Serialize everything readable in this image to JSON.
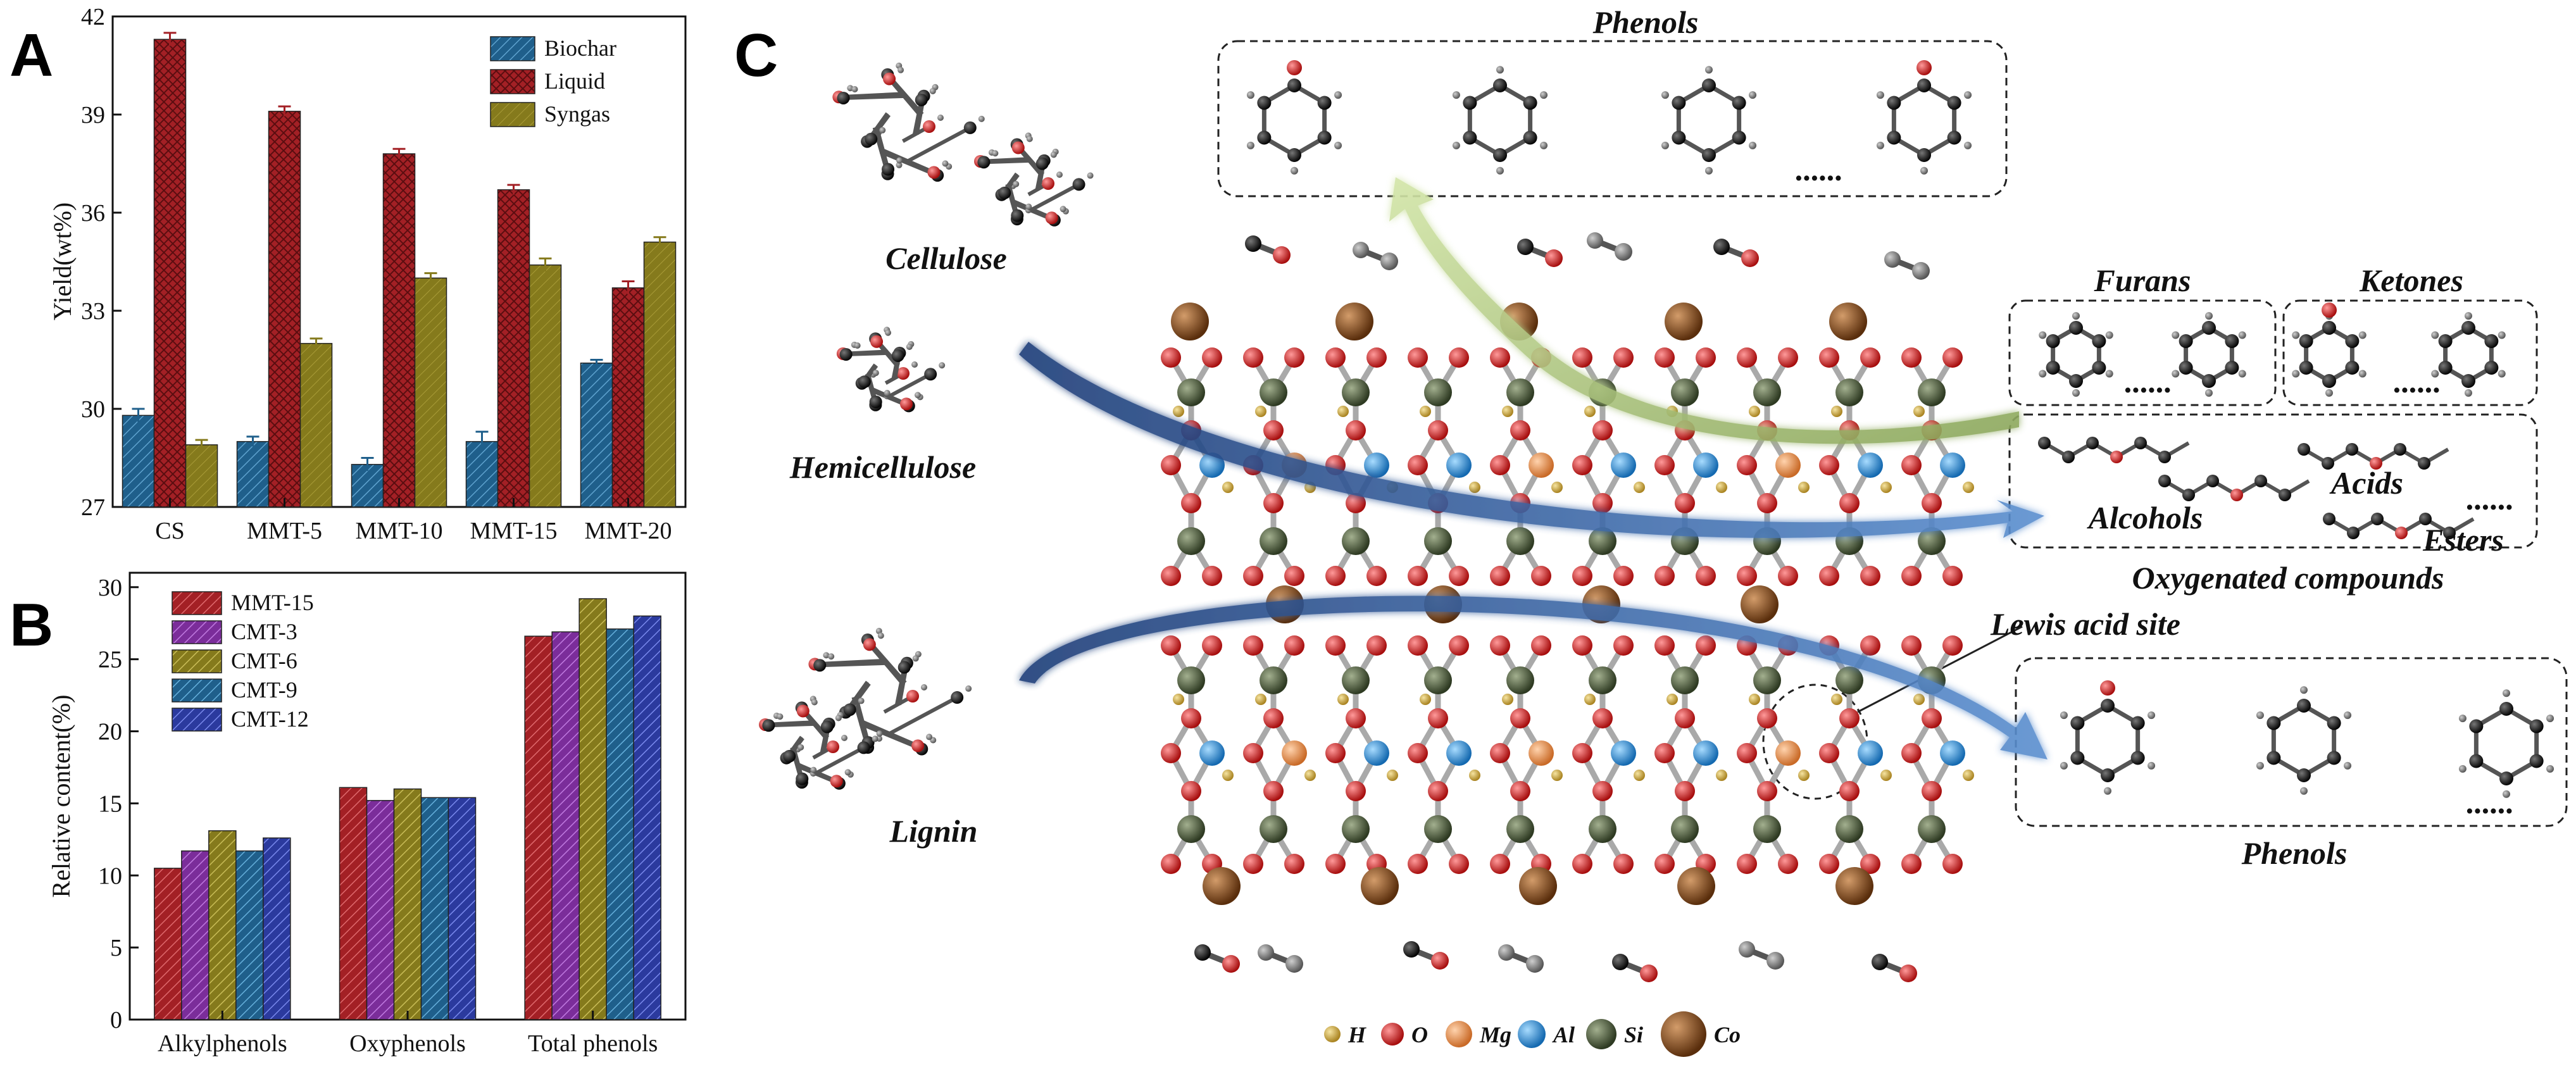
{
  "panels": {
    "a": "A",
    "b": "B",
    "c": "C"
  },
  "chart_data": [
    {
      "type": "bar",
      "categories": [
        "CS",
        "MMT-5",
        "MMT-10",
        "MMT-15",
        "MMT-20"
      ],
      "series": [
        {
          "name": "Biochar",
          "values": [
            29.8,
            29.0,
            28.3,
            29.0,
            31.4
          ],
          "errors": [
            0.2,
            0.15,
            0.2,
            0.3,
            0.1
          ],
          "color": "#1f5f8b"
        },
        {
          "name": "Liquid",
          "values": [
            41.3,
            39.1,
            37.8,
            36.7,
            33.7
          ],
          "errors": [
            0.2,
            0.15,
            0.15,
            0.15,
            0.2
          ],
          "color": "#a32025"
        },
        {
          "name": "Syngas",
          "values": [
            28.9,
            32.0,
            34.0,
            34.4,
            35.1
          ],
          "errors": [
            0.15,
            0.15,
            0.15,
            0.2,
            0.15
          ],
          "color": "#857a1c"
        }
      ],
      "ylabel": "Yield(wt%)",
      "ylim": [
        27,
        42
      ],
      "yticks": [
        "27",
        "30",
        "33",
        "36",
        "39",
        "42"
      ],
      "legend": "top-right"
    },
    {
      "type": "bar",
      "categories": [
        "Alkylphenols",
        "Oxyphenols",
        "Total phenols"
      ],
      "series": [
        {
          "name": "MMT-15",
          "values": [
            10.5,
            16.1,
            26.6
          ],
          "color": "#a32025"
        },
        {
          "name": "CMT-3",
          "values": [
            11.7,
            15.2,
            26.9
          ],
          "color": "#7b2d9a"
        },
        {
          "name": "CMT-6",
          "values": [
            13.1,
            16.0,
            29.2
          ],
          "color": "#857a1c"
        },
        {
          "name": "CMT-9",
          "values": [
            11.7,
            15.4,
            27.1
          ],
          "color": "#1f5f8b"
        },
        {
          "name": "CMT-12",
          "values": [
            12.6,
            15.4,
            28.0
          ],
          "color": "#2b3a9e"
        }
      ],
      "ylabel": "Relative content(%)",
      "ylim": [
        0,
        31
      ],
      "yticks": [
        "0",
        "5",
        "10",
        "15",
        "20",
        "25",
        "30"
      ],
      "legend": "top-left"
    }
  ],
  "diagram": {
    "labels": {
      "phenols_top": "Phenols",
      "cellulose": "Cellulose",
      "hemicellulose": "Hemicellulose",
      "lignin": "Lignin",
      "furans": "Furans",
      "ketones": "Ketones",
      "alcohols": "Alcohols",
      "acids": "Acids",
      "esters": "Esters",
      "oxygenated": "Oxygenated compounds",
      "lewis": "Lewis acid site",
      "phenols_bottom": "Phenols",
      "dots": "......"
    },
    "elements": [
      {
        "symbol": "H",
        "color": "#c9a43a"
      },
      {
        "symbol": "O",
        "color": "#d11f1f"
      },
      {
        "symbol": "Mg",
        "color": "#e8924e"
      },
      {
        "symbol": "Al",
        "color": "#2a8fd8"
      },
      {
        "symbol": "Si",
        "color": "#4d5e3c"
      },
      {
        "symbol": "Co",
        "color": "#7a4418"
      }
    ]
  }
}
